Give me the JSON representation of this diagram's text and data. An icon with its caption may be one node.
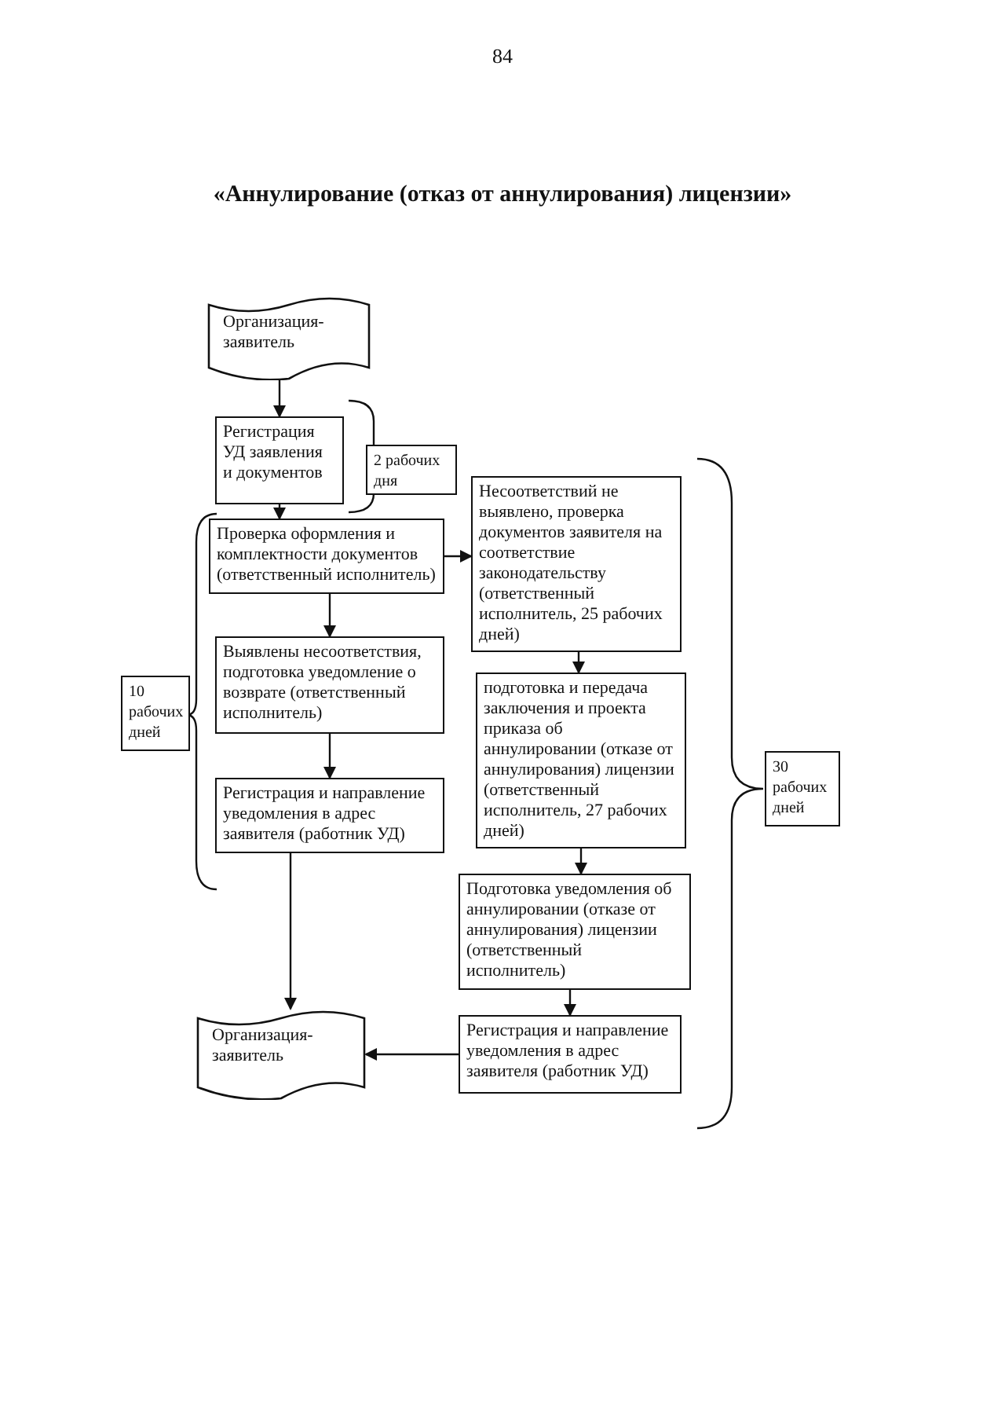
{
  "diagram": {
    "title": "«Аннулирование (отказ от аннулирования) лицензии»",
    "nodes": [
      {
        "text": [
          "Организация-заявитель"
        ]
      },
      {
        "text": [
          "Регистрация УД заявления и документов"
        ]
      },
      {
        "text": [
          "2 рабочих дня"
        ]
      },
      {
        "text": [
          "Проверка оформления и комплектности документов (ответственный исполнитель)"
        ]
      },
      {
        "text": [
          "Несоответствий не выявлено, проверка документов заявителя на соответствие законодательству (ответственный исполнитель, 25 рабочих дней)"
        ]
      },
      {
        "text": [
          "Выявлены несоответствия, подготовка уведомление о возврате (ответственный исполнитель)"
        ]
      },
      {
        "text": [
          "10 рабочих дней"
        ]
      },
      {
        "text": [
          "Регистрация и направление уведомления в адрес заявителя (работник УД)"
        ]
      },
      {
        "text": [
          "подготовка и передача заключения и проекта приказа об аннулировании (отказе от аннулирования) лицензии (ответственный исполнитель, 27 рабочих дней)"
        ]
      },
      {
        "text": [
          "30 рабочих дней"
        ]
      },
      {
        "text": [
          "Подготовка уведомления об аннулировании (отказе от аннулирования) лицензии (ответственный исполнитель)"
        ]
      },
      {
        "text": [
          "Организация-заявитель"
        ]
      },
      {
        "text": [
          "Регистрация и направление уведомления в адрес заявителя (работник УД)"
        ]
      }
    ],
    "edges": [
      {
        "from": 0,
        "to": 1,
        "arrow": "to"
      },
      {
        "from": 1,
        "to": 3,
        "arrow": "to"
      },
      {
        "from": 3,
        "to": 4,
        "arrow": "to"
      },
      {
        "from": 3,
        "to": 5,
        "arrow": "to"
      },
      {
        "from": 5,
        "to": 7,
        "arrow": "to"
      },
      {
        "from": 7,
        "to": 11,
        "arrow": "to"
      },
      {
        "from": 4,
        "to": 8,
        "arrow": "to"
      },
      {
        "from": 8,
        "to": 10,
        "arrow": "to"
      },
      {
        "from": 10,
        "to": 12,
        "arrow": "to"
      },
      {
        "from": 12,
        "to": 11,
        "arrow": "to"
      }
    ],
    "labels": [
      "84"
    ]
  }
}
